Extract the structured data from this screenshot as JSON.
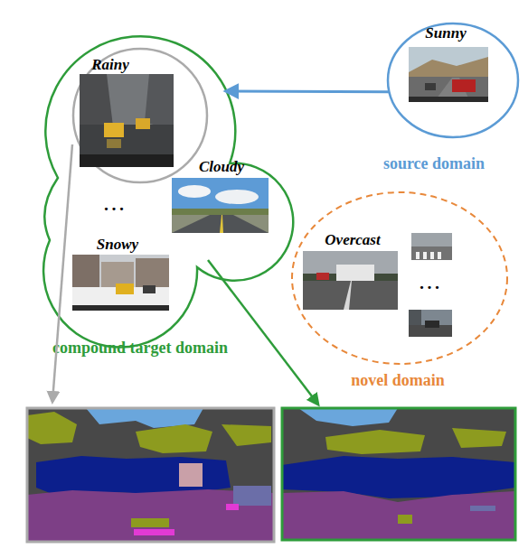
{
  "diagram": {
    "nodes": [
      {
        "text": [
          "Cloudy",
          "Snowy",
          "compound target domain"
        ]
      },
      {
        "text": [
          "Rainy"
        ],
        "in": 0
      },
      {
        "text": [
          "Sunny",
          "source domain"
        ]
      },
      {
        "text": [
          "Overcast",
          "novel domain"
        ]
      }
    ],
    "edges": [
      {
        "from": 2,
        "to": 0,
        "arrow": "to"
      }
    ],
    "labels": [
      "•••",
      "•••"
    ]
  }
}
